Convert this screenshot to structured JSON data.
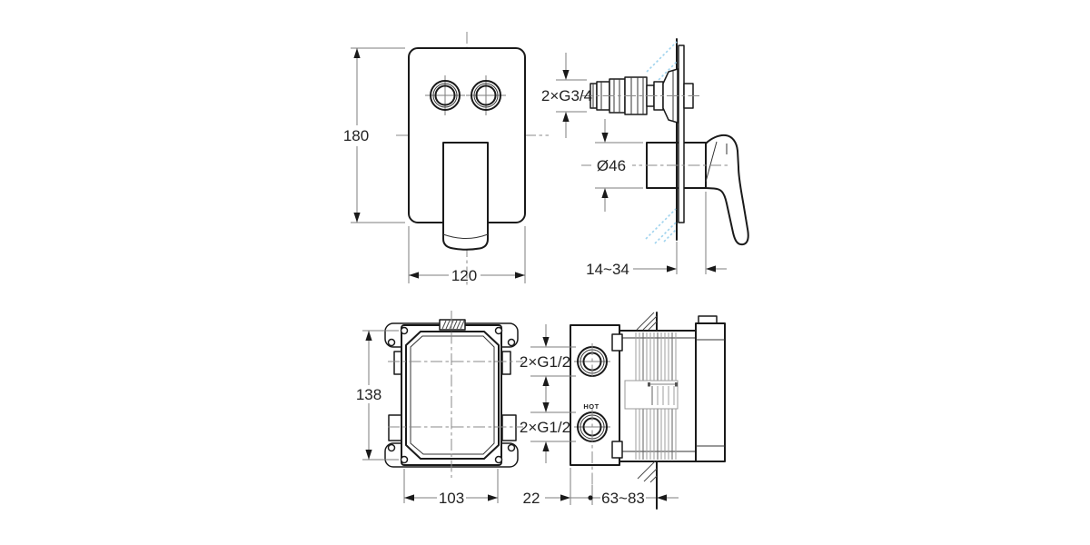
{
  "drawing": {
    "type": "technical-dimension-drawing",
    "subject": "concealed single-lever shower mixer trim and installation box",
    "colors": {
      "line": "#1a1a1a",
      "dimension": "#7d7d7d",
      "wall_hatch_blue": "#9fd3ee",
      "background": "#ffffff"
    },
    "views": {
      "trim_front": {
        "dims": {
          "height": "180",
          "width": "120"
        }
      },
      "trim_side": {
        "dims": {
          "thread": "2×G3/4",
          "diameter": "Ø46",
          "depth_range": "14~34"
        }
      },
      "box_front": {
        "dims": {
          "height": "138",
          "width": "103"
        }
      },
      "box_side": {
        "dims": {
          "inlet_top": "2×G1/2",
          "inlet_bottom": "2×G1/2",
          "port_offset": "22",
          "depth_range": "63~83"
        },
        "labels": {
          "hot": "HOT"
        }
      }
    }
  }
}
